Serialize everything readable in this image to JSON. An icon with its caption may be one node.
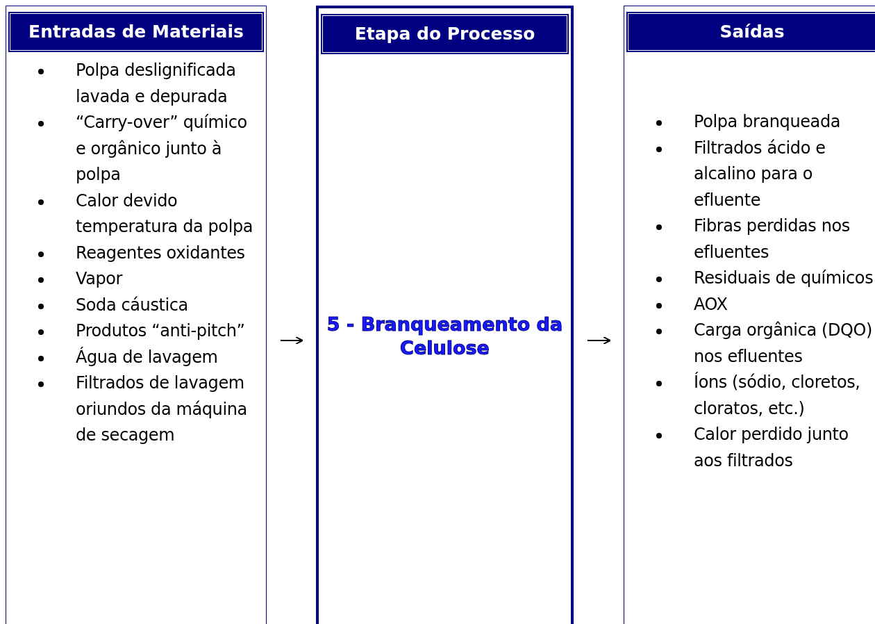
{
  "diagram": {
    "nodes": [
      {
        "text": [
          "Entradas de Materiais",
          "Polpa deslignificada lavada e depurada",
          "“Carry-over” químico e orgânico junto à polpa",
          "Calor devido temperatura da polpa",
          "Reagentes oxidantes",
          "Vapor",
          "Soda cáustica",
          "Produtos “anti-pitch”",
          "Água de lavagem",
          "Filtrados de lavagem oriundos da máquina de secagem"
        ]
      },
      {
        "text": [
          "Etapa do Processo",
          "5 - Branqueamento da Celulose"
        ]
      },
      {
        "text": [
          "Saídas",
          "Polpa branqueada",
          "Filtrados ácido e alcalino para o efluente",
          "Fibras perdidas nos efluentes",
          "Residuais de químicos",
          "AOX",
          "Carga orgânica (DQO) nos efluentes",
          "Íons (sódio, cloretos, cloratos, etc.)",
          "Calor perdido junto aos filtrados"
        ]
      }
    ],
    "edges": [
      {
        "from": 0,
        "to": 1,
        "arrow": "to"
      },
      {
        "from": 1,
        "to": 2,
        "arrow": "to"
      }
    ]
  }
}
